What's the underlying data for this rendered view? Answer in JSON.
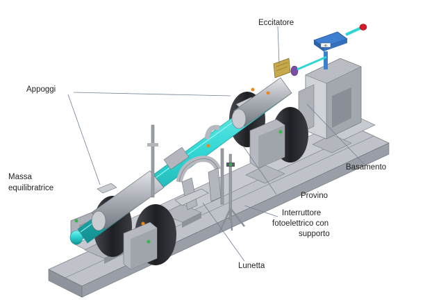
{
  "labels": {
    "eccitatore": "Eccitatore",
    "appoggi": "Appoggi",
    "massa_1": "Massa",
    "massa_2": "equilibratrice",
    "basamento": "Basamento",
    "provino": "Provino",
    "interruttore_1": "Interruttore",
    "interruttore_2": "fotoelettrico con",
    "interruttore_3": "supporto",
    "lunetta": "Lunetta"
  },
  "plate_marking": "-B-",
  "colors": {
    "rod": "#2fd6d3",
    "rod_dark": "#19a7a8",
    "steel": "#9a9ea6",
    "steel_light": "#c9ccd1",
    "steel_dark": "#6b6f77",
    "tire": "#2b2b2f",
    "plate": "#3f7fd0",
    "red_cap": "#d21a2a",
    "knob_orange": "#e88a1a",
    "knob_green": "#39b54a",
    "label_text": "#222222",
    "leader_line": "#6f7f96"
  }
}
